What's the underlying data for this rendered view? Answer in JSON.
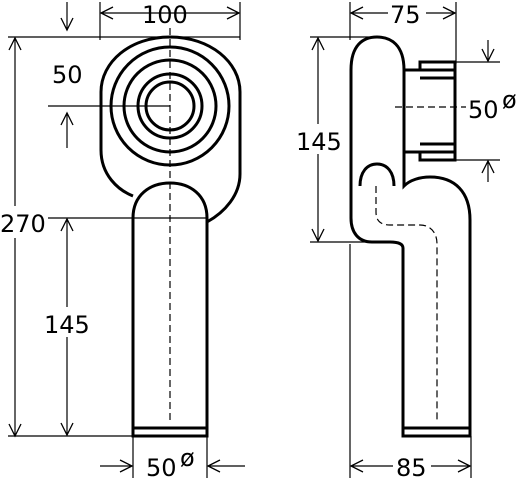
{
  "front_view": {
    "dim_width": "100",
    "dim_offset": "50",
    "dim_total_height": "270",
    "dim_leg_height": "145",
    "dim_outlet": "50",
    "dim_outlet_symbol": "ø"
  },
  "side_view": {
    "dim_depth": "75",
    "dim_height": "145",
    "dim_inlet": "50",
    "dim_inlet_symbol": "ø",
    "dim_bottom": "85"
  }
}
